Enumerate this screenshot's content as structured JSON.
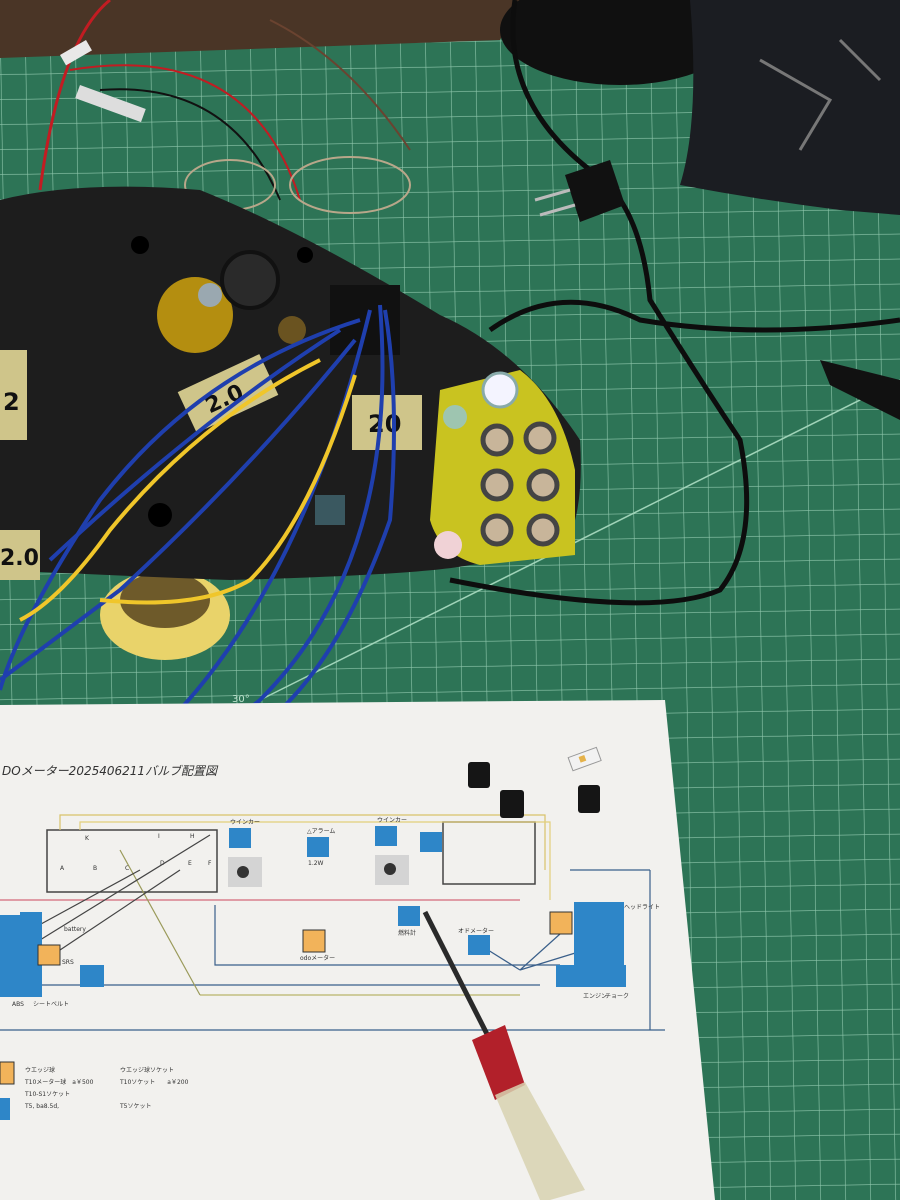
{
  "colors": {
    "mat": "#2d7456",
    "mat_grid": "#8fc7ac",
    "cluster": "#1c1c1c",
    "paper": "#f2f1ee",
    "wire_blue": "#1f3fae",
    "wire_yellow": "#f0c62a",
    "tape": "#cfc58a",
    "bulb_blue": "#2e86c8",
    "bulb_orange": "#f2b35a",
    "screwdriver_red": "#b2202a"
  },
  "tape_labels": [
    "2",
    "2.0",
    "20",
    "2.0"
  ],
  "mat_marking": "30°",
  "diagram": {
    "title": "DOメーター2025406211バルブ配置図",
    "labels": {
      "turn_left": "ウインカー",
      "turn_right": "ウインカー",
      "alarm": "△アラーム",
      "watt": "1.2W",
      "fuel": "燃料計",
      "odometer": "オドメーター",
      "odo": "odoメーター",
      "headlight": "ヘッドライト",
      "srs": "SRS",
      "battery": "battery",
      "seatbelt": "シートベルト",
      "abs": "ABS",
      "engine": "エンジン",
      "choke": "チョーク"
    },
    "connector_letters": [
      "A",
      "B",
      "C",
      "D",
      "E",
      "F",
      "H",
      "K",
      "I"
    ],
    "legend": {
      "wedge_bulb": "ウエッジ球",
      "t10_bulb": "T10メーター球　a￥500",
      "t10_socket_s1": "T10-S1ソケット",
      "t5": "T5, ba8.5d,",
      "wedge_socket": "ウエッジ球ソケット",
      "t10_socket": "T10ソケット　　a￥200",
      "t5_socket": "T5ソケット"
    }
  }
}
